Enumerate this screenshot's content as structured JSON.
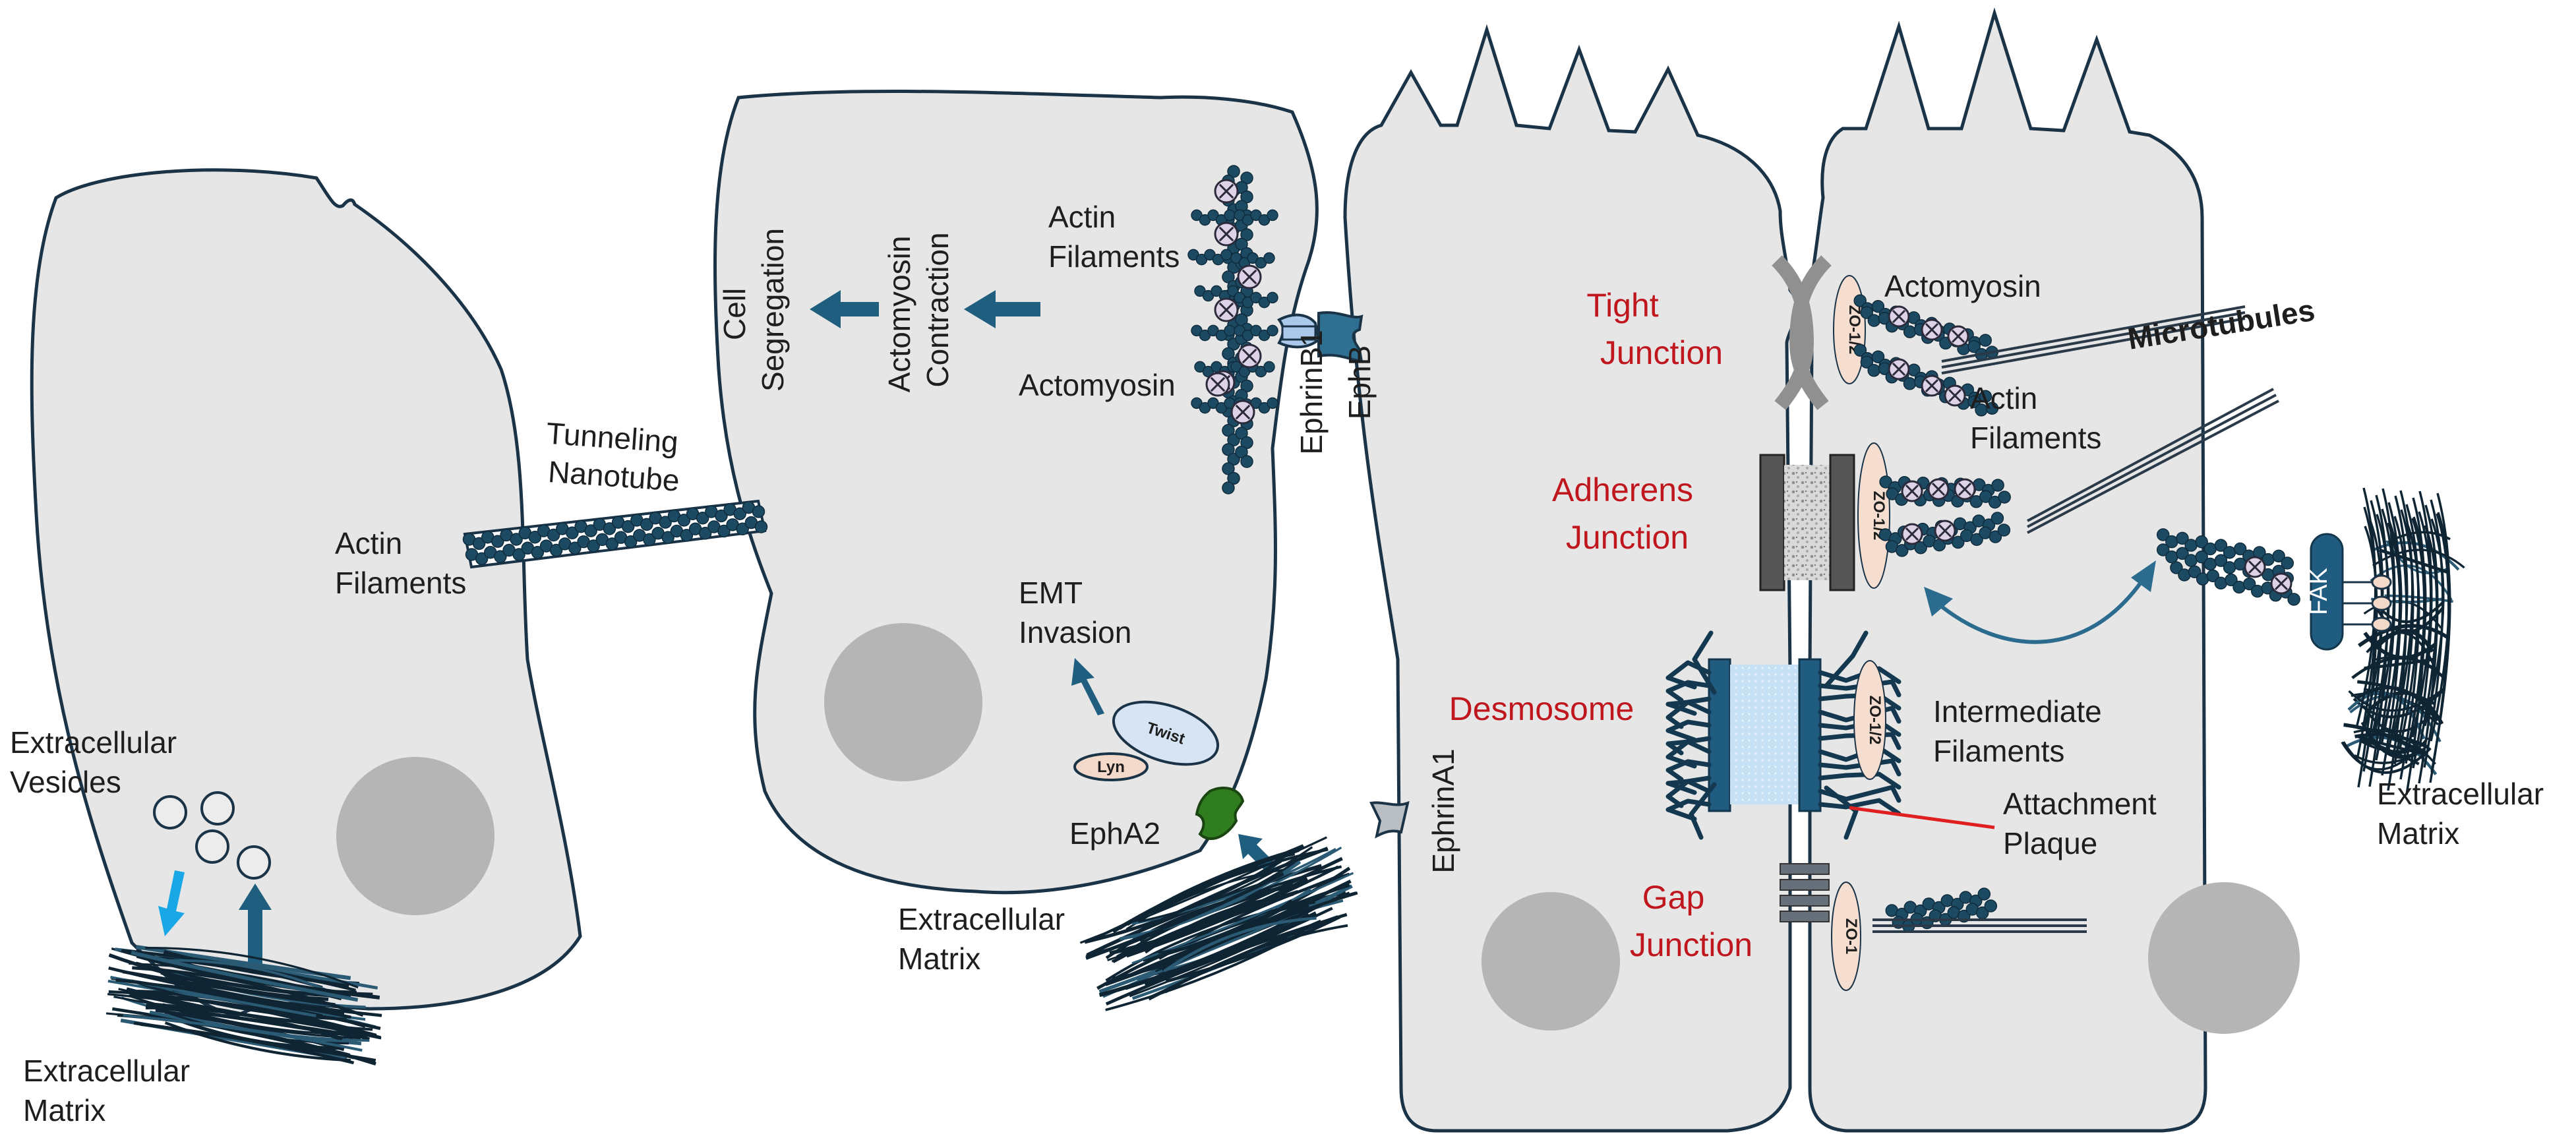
{
  "labels": {
    "tunneling_nanotube": [
      "Tunneling",
      "Nanotube"
    ],
    "actin_filaments_left": [
      "Actin",
      "Filaments"
    ],
    "extracellular_vesicles": [
      "Extracellular",
      "Vesicles"
    ],
    "ecm_bottom_left": [
      "Extracellular",
      "Matrix"
    ],
    "cell_segregation": [
      "Cell",
      "Segregation"
    ],
    "actomyosin_contraction": [
      "Actomyosin",
      "Contraction"
    ],
    "actin_filaments_mid": [
      "Actin",
      "Filaments"
    ],
    "actomyosin_mid": "Actomyosin",
    "ephrinb1": "EphrinB1",
    "ephb": "EphB",
    "emt_invasion": [
      "EMT",
      "Invasion"
    ],
    "twist": "Twist",
    "lyn": "Lyn",
    "epha2": "EphA2",
    "ecm_mid": [
      "Extracellular",
      "Matrix"
    ],
    "ephrina1": "EphrinA1",
    "tight_junction": [
      "Tight",
      "Junction"
    ],
    "adherens_junction": [
      "Adherens",
      "Junction"
    ],
    "desmosome": "Desmosome",
    "gap_junction": [
      "Gap",
      "Junction"
    ],
    "actomyosin_right": "Actomyosin",
    "microtubules": "Microtubules",
    "actin_filaments_right": [
      "Actin",
      "Filaments"
    ],
    "intermediate_filaments": [
      "Intermediate",
      "Filaments"
    ],
    "attachment_plaque": [
      "Attachment",
      "Plaque"
    ],
    "ecm_right": [
      "Extracellular",
      "Matrix"
    ],
    "fak": "FAK",
    "zo12_tight": "ZO-1/2",
    "zo12_adherens": "ZO-1/2",
    "zo12_desmosome": "ZO-1/2",
    "zo1_gap": "ZO-1"
  },
  "colors": {
    "cell_fill": "#e6e6e6",
    "cell_outline": "#1a3347",
    "nucleus": "#b5b5b5",
    "arrow_dark": "#1f5e7e",
    "arrow_light": "#1aa7e6",
    "junction_label": "#c0171f",
    "actin_bead": "#1d4a63",
    "myosin": "#ddd2e8",
    "ephrinB1": "#aac8ea",
    "epha2": "#2f7d1f",
    "zo_oval": "#f5ddd0",
    "plaque_line": "#e02020"
  },
  "icons": [
    "arrow-icon",
    "nucleus-shape",
    "vesicle-circle",
    "actin-filament",
    "myosin-cross",
    "receptor-shape"
  ]
}
